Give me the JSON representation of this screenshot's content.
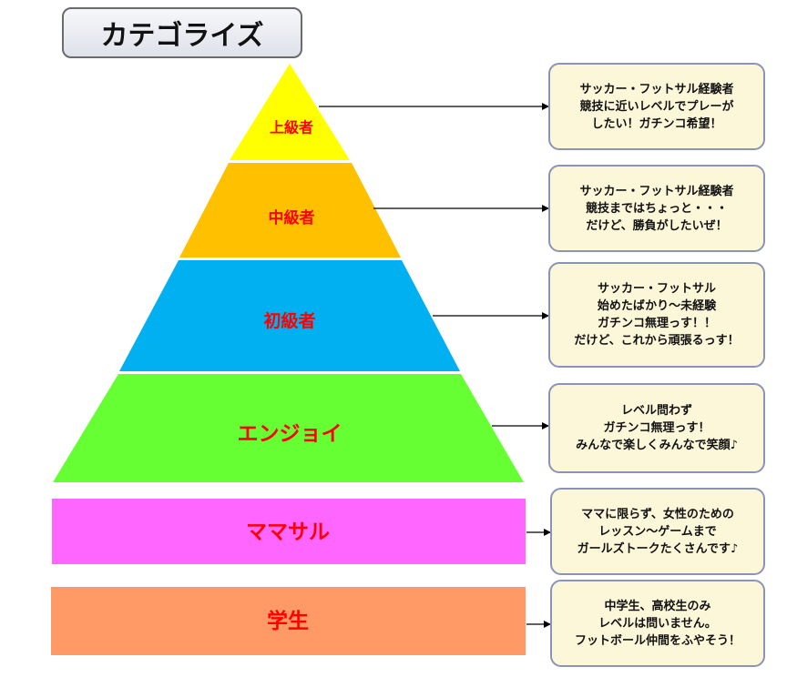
{
  "title": "カテゴライズ",
  "tiers": [
    {
      "label": "上級者",
      "color": "#ffff00",
      "description": "サッカー・フットサル経験者\n競技に近いレベルでプレーが\nしたい！ガチンコ希望！"
    },
    {
      "label": "中級者",
      "color": "#ffc000",
      "description": "サッカー・フットサル経験者\n競技まではちょっと・・・\nだけど、勝負がしたいぜ！"
    },
    {
      "label": "初級者",
      "color": "#00b0f0",
      "description": "サッカー・フットサル\n始めたばかり～未経験\nガチンコ無理っす！！\nだけど、これから頑張るっす！"
    },
    {
      "label": "エンジョイ",
      "color": "#66ff33",
      "description": "レベル問わず\nガチンコ無理っす！\nみんなで楽しくみんなで笑顔♪"
    },
    {
      "label": "ママサル",
      "color": "#ff66ff",
      "description": "ママに限らず、女性のための\nレッスン～ゲームまで\nガールズトークたくさんです♪"
    },
    {
      "label": "学生",
      "color": "#ff9966",
      "description": "中学生、高校生のみ\nレベルは問いません。\nフットボール仲間をふやそう！"
    }
  ],
  "colors": {
    "label_text": "#ff0000",
    "note_background": "#fdf7d9",
    "note_border": "#8b93b8",
    "arrow": "#000000"
  }
}
